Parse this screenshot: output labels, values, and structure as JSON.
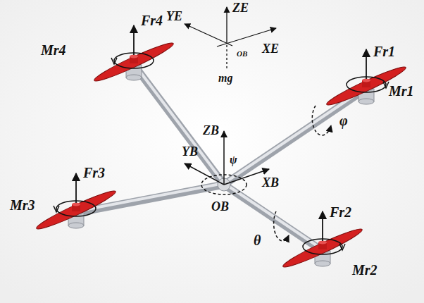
{
  "diagram": {
    "labels": [
      "Fr4",
      "Mr4",
      "YE",
      "ZE",
      "XE",
      "OB",
      "mg",
      "Fr1",
      "Mr1",
      "φ",
      "ZB",
      "YB",
      "ψ",
      "XB",
      "OB",
      "Fr3",
      "Mr3",
      "θ",
      "Fr2",
      "Mr2"
    ]
  }
}
